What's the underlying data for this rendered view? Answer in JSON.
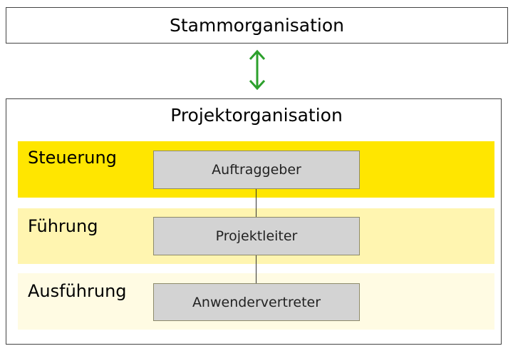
{
  "top": {
    "label": "Stammorganisation"
  },
  "connector": {
    "icon": "double-arrow-vertical",
    "color": "#2ca02c"
  },
  "project": {
    "title": "Projektorganisation",
    "levels": [
      {
        "label": "Steuerung",
        "role": "Auftraggeber",
        "color": "#ffe600"
      },
      {
        "label": "Führung",
        "role": "Projektleiter",
        "color": "#fff5b0"
      },
      {
        "label": "Ausführung",
        "role": "Anwendervertreter",
        "color": "#fffbe3"
      }
    ]
  }
}
